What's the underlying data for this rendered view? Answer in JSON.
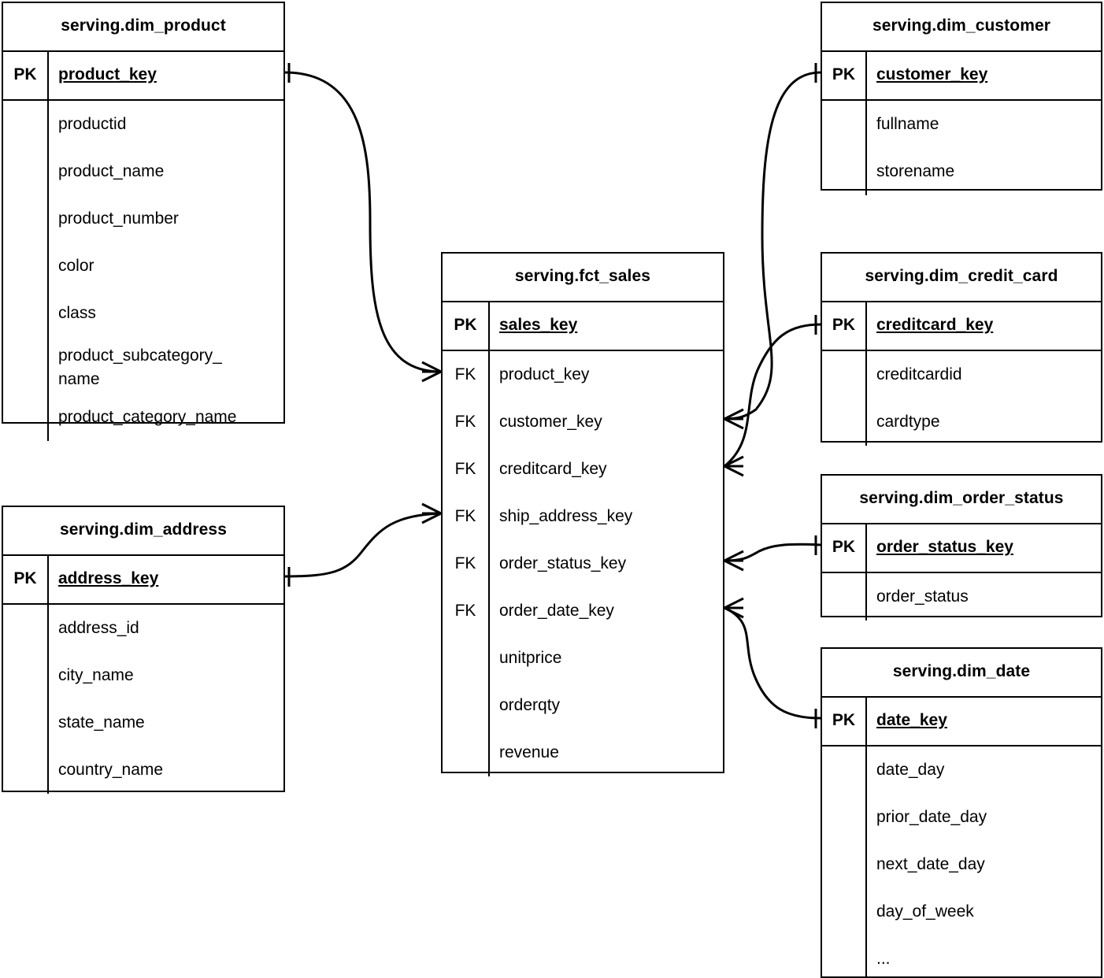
{
  "diagram": {
    "type": "entity-relationship-diagram",
    "notation": "crow's-foot",
    "background_color": "#ffffff",
    "line_color": "#000000"
  },
  "entities": [
    {
      "id": "product",
      "title": "serving.dim_product",
      "pk": {
        "key_label": "PK",
        "name": "product_key"
      },
      "attributes": [
        {
          "key_label": "",
          "name": "productid"
        },
        {
          "key_label": "",
          "name": "product_name"
        },
        {
          "key_label": "",
          "name": "product_number"
        },
        {
          "key_label": "",
          "name": "color"
        },
        {
          "key_label": "",
          "name": "class"
        },
        {
          "key_label": "",
          "name": "product_subcategory_\nname"
        },
        {
          "key_label": "",
          "name": "product_category_name"
        }
      ]
    },
    {
      "id": "customer",
      "title": "serving.dim_customer",
      "pk": {
        "key_label": "PK",
        "name": "customer_key"
      },
      "attributes": [
        {
          "key_label": "",
          "name": "fullname"
        },
        {
          "key_label": "",
          "name": "storename"
        }
      ]
    },
    {
      "id": "sales",
      "title": "serving.fct_sales",
      "pk": {
        "key_label": "PK",
        "name": "sales_key"
      },
      "attributes": [
        {
          "key_label": "FK",
          "name": "product_key"
        },
        {
          "key_label": "FK",
          "name": "customer_key"
        },
        {
          "key_label": "FK",
          "name": "creditcard_key"
        },
        {
          "key_label": "FK",
          "name": "ship_address_key"
        },
        {
          "key_label": "FK",
          "name": "order_status_key"
        },
        {
          "key_label": "FK",
          "name": "order_date_key"
        },
        {
          "key_label": "",
          "name": "unitprice"
        },
        {
          "key_label": "",
          "name": "orderqty"
        },
        {
          "key_label": "",
          "name": "revenue"
        }
      ]
    },
    {
      "id": "creditcard",
      "title": "serving.dim_credit_card",
      "pk": {
        "key_label": "PK",
        "name": "creditcard_key"
      },
      "attributes": [
        {
          "key_label": "",
          "name": "creditcardid"
        },
        {
          "key_label": "",
          "name": "cardtype"
        }
      ]
    },
    {
      "id": "orderstatus",
      "title": "serving.dim_order_status",
      "pk": {
        "key_label": "PK",
        "name": "order_status_key"
      },
      "attributes": [
        {
          "key_label": "",
          "name": "order_status"
        }
      ]
    },
    {
      "id": "address",
      "title": "serving.dim_address",
      "pk": {
        "key_label": "PK",
        "name": "address_key"
      },
      "attributes": [
        {
          "key_label": "",
          "name": "address_id"
        },
        {
          "key_label": "",
          "name": "city_name"
        },
        {
          "key_label": "",
          "name": "state_name"
        },
        {
          "key_label": "",
          "name": "country_name"
        }
      ]
    },
    {
      "id": "date",
      "title": "serving.dim_date",
      "pk": {
        "key_label": "PK",
        "name": "date_key"
      },
      "attributes": [
        {
          "key_label": "",
          "name": "date_day"
        },
        {
          "key_label": "",
          "name": "prior_date_day"
        },
        {
          "key_label": "",
          "name": "next_date_day"
        },
        {
          "key_label": "",
          "name": "day_of_week"
        },
        {
          "key_label": "",
          "name": "..."
        }
      ]
    }
  ],
  "relationships": [
    {
      "id": "rel-product-sales",
      "from_entity": "product",
      "from_field": "product_key",
      "to_entity": "sales",
      "to_field": "product_key",
      "from_cardinality": "one",
      "to_cardinality": "many"
    },
    {
      "id": "rel-customer-sales",
      "from_entity": "customer",
      "from_field": "customer_key",
      "to_entity": "sales",
      "to_field": "customer_key",
      "from_cardinality": "one",
      "to_cardinality": "many"
    },
    {
      "id": "rel-creditcard-sales",
      "from_entity": "creditcard",
      "from_field": "creditcard_key",
      "to_entity": "sales",
      "to_field": "creditcard_key",
      "from_cardinality": "one",
      "to_cardinality": "many"
    },
    {
      "id": "rel-address-sales",
      "from_entity": "address",
      "from_field": "address_key",
      "to_entity": "sales",
      "to_field": "ship_address_key",
      "from_cardinality": "one",
      "to_cardinality": "many"
    },
    {
      "id": "rel-orderstatus-sales",
      "from_entity": "orderstatus",
      "from_field": "order_status_key",
      "to_entity": "sales",
      "to_field": "order_status_key",
      "from_cardinality": "one",
      "to_cardinality": "many"
    },
    {
      "id": "rel-date-sales",
      "from_entity": "date",
      "from_field": "date_key",
      "to_entity": "sales",
      "to_field": "order_date_key",
      "from_cardinality": "one",
      "to_cardinality": "many"
    }
  ]
}
